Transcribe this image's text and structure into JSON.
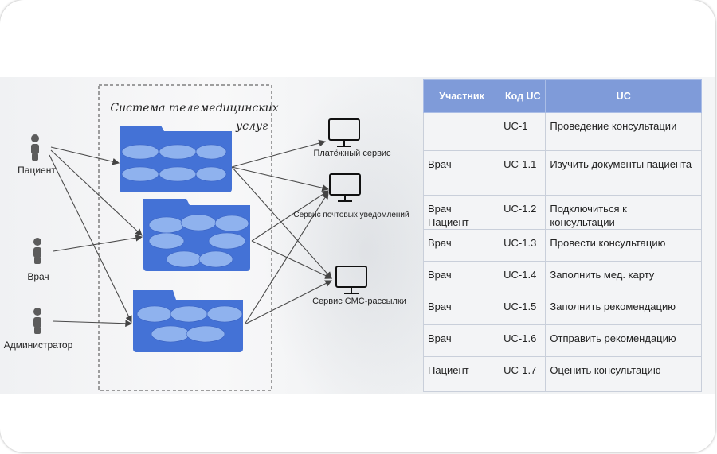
{
  "system_title": [
    "Система телемедицинских",
    "услуг"
  ],
  "actors": [
    {
      "id": "patient",
      "label": "Пациент"
    },
    {
      "id": "doctor",
      "label": "Врач"
    },
    {
      "id": "admin",
      "label": "Администратор"
    }
  ],
  "services": [
    {
      "id": "pay",
      "label": "Платёжный сервис"
    },
    {
      "id": "mail",
      "label": "Сервис почтовых уведомлений"
    },
    {
      "id": "sms",
      "label": "Сервис СМС-рассылки"
    }
  ],
  "table": {
    "headers": [
      "Участник",
      "Код UC",
      "UC"
    ],
    "rows": [
      {
        "actor": [],
        "code": "UC-1",
        "uc": [
          "Проведение консультации"
        ]
      },
      {
        "actor": [
          "Врач"
        ],
        "code": "UC-1.1",
        "uc": [
          "Изучить документы пациента"
        ]
      },
      {
        "actor": [
          "Врач",
          "Пациент"
        ],
        "code": "UC-1.2",
        "uc": [
          "Подключиться к",
          "консультации"
        ]
      },
      {
        "actor": [
          "Врач"
        ],
        "code": "UC-1.3",
        "uc": [
          "Провести консультацию"
        ]
      },
      {
        "actor": [
          "Врач"
        ],
        "code": "UC-1.4",
        "uc": [
          "Заполнить мед. карту"
        ]
      },
      {
        "actor": [
          "Врач"
        ],
        "code": "UC-1.5",
        "uc": [
          "Заполнить рекомендацию"
        ]
      },
      {
        "actor": [
          "Врач"
        ],
        "code": "UC-1.6",
        "uc": [
          "Отправить рекомендацию"
        ]
      },
      {
        "actor": [
          "Пациент"
        ],
        "code": "UC-1.7",
        "uc": [
          "Оценить консультацию"
        ]
      }
    ]
  },
  "colors": {
    "package": "#4472d6",
    "ellipse": "#8fb2ee",
    "header": "#7f9bd9",
    "line": "#4a4a4a"
  }
}
